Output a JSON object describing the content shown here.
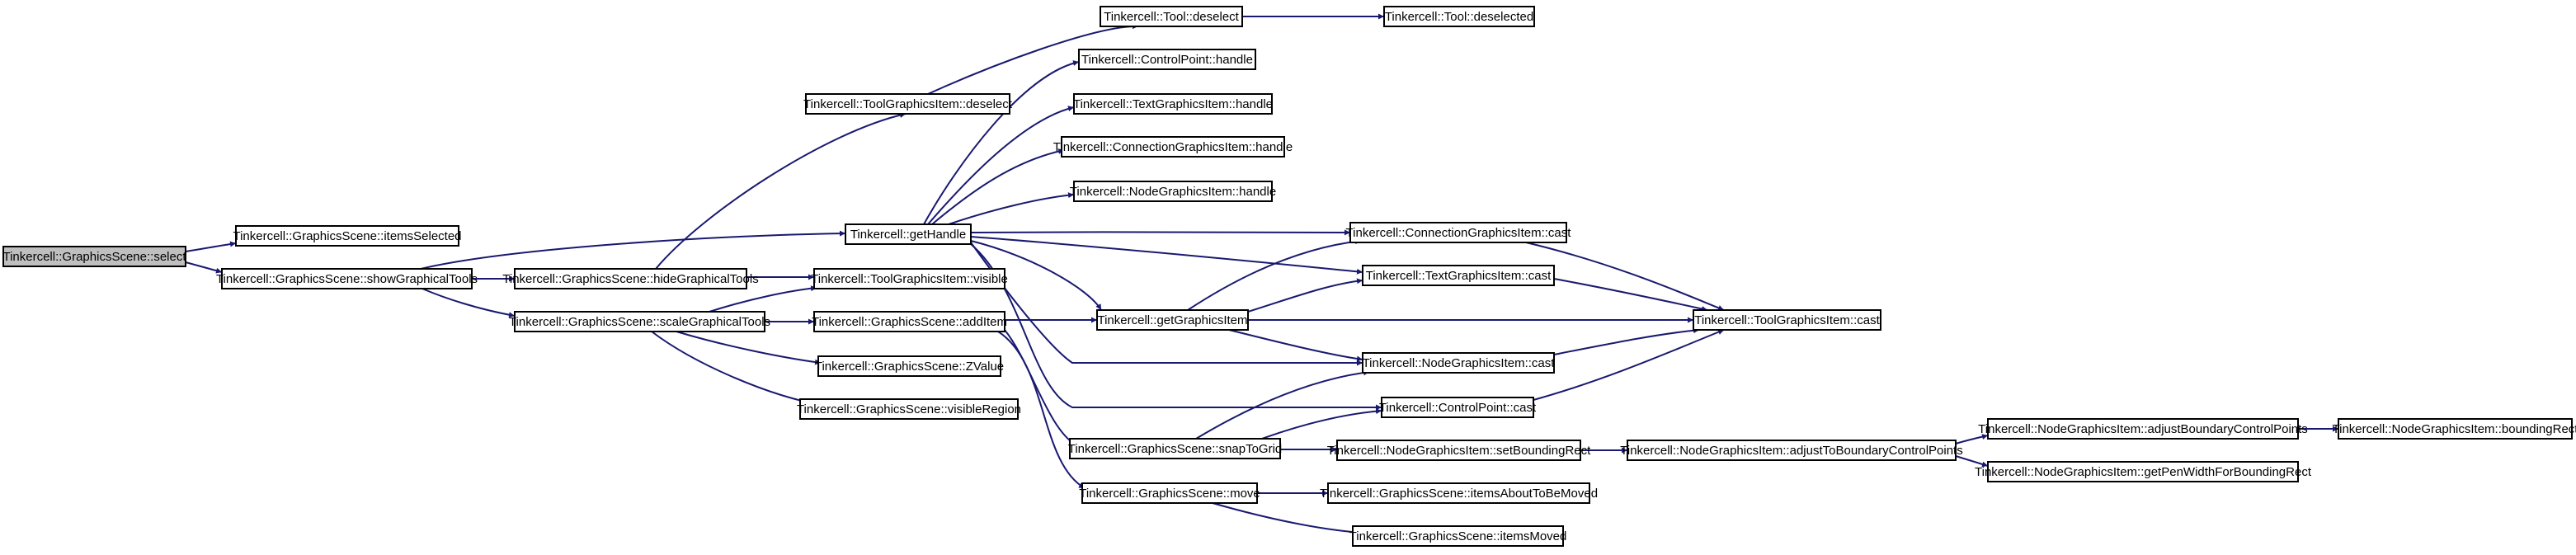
{
  "diagram": {
    "style": {
      "node_fill": "#ffffff",
      "root_fill": "#bfbfbf",
      "edge_color": "#191970"
    },
    "nodes": [
      {
        "id": "select",
        "label": "Tinkercell::GraphicsScene::select",
        "root": true
      },
      {
        "id": "itemsSelected",
        "label": "Tinkercell::GraphicsScene::itemsSelected"
      },
      {
        "id": "showGraphicalTools",
        "label": "Tinkercell::GraphicsScene::showGraphicalTools"
      },
      {
        "id": "hideGraphicalTools",
        "label": "Tinkercell::GraphicsScene::hideGraphicalTools"
      },
      {
        "id": "scaleGraphicalTools",
        "label": "Tinkercell::GraphicsScene::scaleGraphicalTools"
      },
      {
        "id": "toolDeselect",
        "label": "Tinkercell::ToolGraphicsItem::deselect"
      },
      {
        "id": "getHandle",
        "label": "Tinkercell::getHandle"
      },
      {
        "id": "toolVisible",
        "label": "Tinkercell::ToolGraphicsItem::visible"
      },
      {
        "id": "addItem",
        "label": "Tinkercell::GraphicsScene::addItem"
      },
      {
        "id": "zValue",
        "label": "Tinkercell::GraphicsScene::ZValue"
      },
      {
        "id": "visibleRegion",
        "label": "Tinkercell::GraphicsScene::visibleRegion"
      },
      {
        "id": "toolBaseDeselect",
        "label": "Tinkercell::Tool::deselect"
      },
      {
        "id": "toolDeselected",
        "label": "Tinkercell::Tool::deselected"
      },
      {
        "id": "controlPointHandle",
        "label": "Tinkercell::ControlPoint::handle"
      },
      {
        "id": "textHandle",
        "label": "Tinkercell::TextGraphicsItem::handle"
      },
      {
        "id": "connectionHandle",
        "label": "Tinkercell::ConnectionGraphicsItem::handle"
      },
      {
        "id": "nodeHandle",
        "label": "Tinkercell::NodeGraphicsItem::handle"
      },
      {
        "id": "getGraphicsItem",
        "label": "Tinkercell::getGraphicsItem"
      },
      {
        "id": "snapToGrid",
        "label": "Tinkercell::GraphicsScene::snapToGrid"
      },
      {
        "id": "move",
        "label": "Tinkercell::GraphicsScene::move"
      },
      {
        "id": "connectionCast",
        "label": "Tinkercell::ConnectionGraphicsItem::cast"
      },
      {
        "id": "textCast",
        "label": "Tinkercell::TextGraphicsItem::cast"
      },
      {
        "id": "nodeCast",
        "label": "Tinkercell::NodeGraphicsItem::cast"
      },
      {
        "id": "controlPointCast",
        "label": "Tinkercell::ControlPoint::cast"
      },
      {
        "id": "setBoundingRect",
        "label": "Tinkercell::NodeGraphicsItem::setBoundingRect"
      },
      {
        "id": "itemsAboutToBeMoved",
        "label": "Tinkercell::GraphicsScene::itemsAboutToBeMoved"
      },
      {
        "id": "itemsMoved",
        "label": "Tinkercell::GraphicsScene::itemsMoved"
      },
      {
        "id": "toolCast",
        "label": "Tinkercell::ToolGraphicsItem::cast"
      },
      {
        "id": "adjustToBoundary",
        "label": "Tinkercell::NodeGraphicsItem::adjustToBoundaryControlPoints"
      },
      {
        "id": "adjustBoundary",
        "label": "Tinkercell::NodeGraphicsItem::adjustBoundaryControlPoints"
      },
      {
        "id": "getPenWidth",
        "label": "Tinkercell::NodeGraphicsItem::getPenWidthForBoundingRect"
      },
      {
        "id": "boundingRect",
        "label": "Tinkercell::NodeGraphicsItem::boundingRect"
      }
    ],
    "edges": [
      {
        "from": "select",
        "to": "itemsSelected"
      },
      {
        "from": "select",
        "to": "showGraphicalTools"
      },
      {
        "from": "showGraphicalTools",
        "to": "getHandle"
      },
      {
        "from": "showGraphicalTools",
        "to": "hideGraphicalTools"
      },
      {
        "from": "showGraphicalTools",
        "to": "scaleGraphicalTools"
      },
      {
        "from": "hideGraphicalTools",
        "to": "toolDeselect"
      },
      {
        "from": "hideGraphicalTools",
        "to": "toolVisible"
      },
      {
        "from": "scaleGraphicalTools",
        "to": "toolVisible"
      },
      {
        "from": "scaleGraphicalTools",
        "to": "addItem"
      },
      {
        "from": "scaleGraphicalTools",
        "to": "zValue"
      },
      {
        "from": "scaleGraphicalTools",
        "to": "visibleRegion"
      },
      {
        "from": "toolDeselect",
        "to": "toolBaseDeselect"
      },
      {
        "from": "toolBaseDeselect",
        "to": "toolDeselected"
      },
      {
        "from": "getHandle",
        "to": "controlPointHandle"
      },
      {
        "from": "getHandle",
        "to": "textHandle"
      },
      {
        "from": "getHandle",
        "to": "connectionHandle"
      },
      {
        "from": "getHandle",
        "to": "nodeHandle"
      },
      {
        "from": "getHandle",
        "to": "connectionCast"
      },
      {
        "from": "getHandle",
        "to": "textCast"
      },
      {
        "from": "getHandle",
        "to": "getGraphicsItem"
      },
      {
        "from": "getHandle",
        "to": "nodeCast"
      },
      {
        "from": "getHandle",
        "to": "controlPointCast"
      },
      {
        "from": "addItem",
        "to": "getGraphicsItem"
      },
      {
        "from": "addItem",
        "to": "snapToGrid"
      },
      {
        "from": "addItem",
        "to": "move"
      },
      {
        "from": "getGraphicsItem",
        "to": "connectionCast"
      },
      {
        "from": "getGraphicsItem",
        "to": "textCast"
      },
      {
        "from": "getGraphicsItem",
        "to": "toolCast"
      },
      {
        "from": "getGraphicsItem",
        "to": "nodeCast"
      },
      {
        "from": "snapToGrid",
        "to": "nodeCast"
      },
      {
        "from": "snapToGrid",
        "to": "controlPointCast"
      },
      {
        "from": "snapToGrid",
        "to": "setBoundingRect"
      },
      {
        "from": "move",
        "to": "itemsAboutToBeMoved"
      },
      {
        "from": "move",
        "to": "itemsMoved"
      },
      {
        "from": "connectionCast",
        "to": "toolCast"
      },
      {
        "from": "textCast",
        "to": "toolCast"
      },
      {
        "from": "nodeCast",
        "to": "toolCast"
      },
      {
        "from": "controlPointCast",
        "to": "toolCast"
      },
      {
        "from": "setBoundingRect",
        "to": "adjustToBoundary"
      },
      {
        "from": "adjustToBoundary",
        "to": "adjustBoundary"
      },
      {
        "from": "adjustToBoundary",
        "to": "getPenWidth"
      },
      {
        "from": "adjustBoundary",
        "to": "boundingRect"
      }
    ]
  }
}
